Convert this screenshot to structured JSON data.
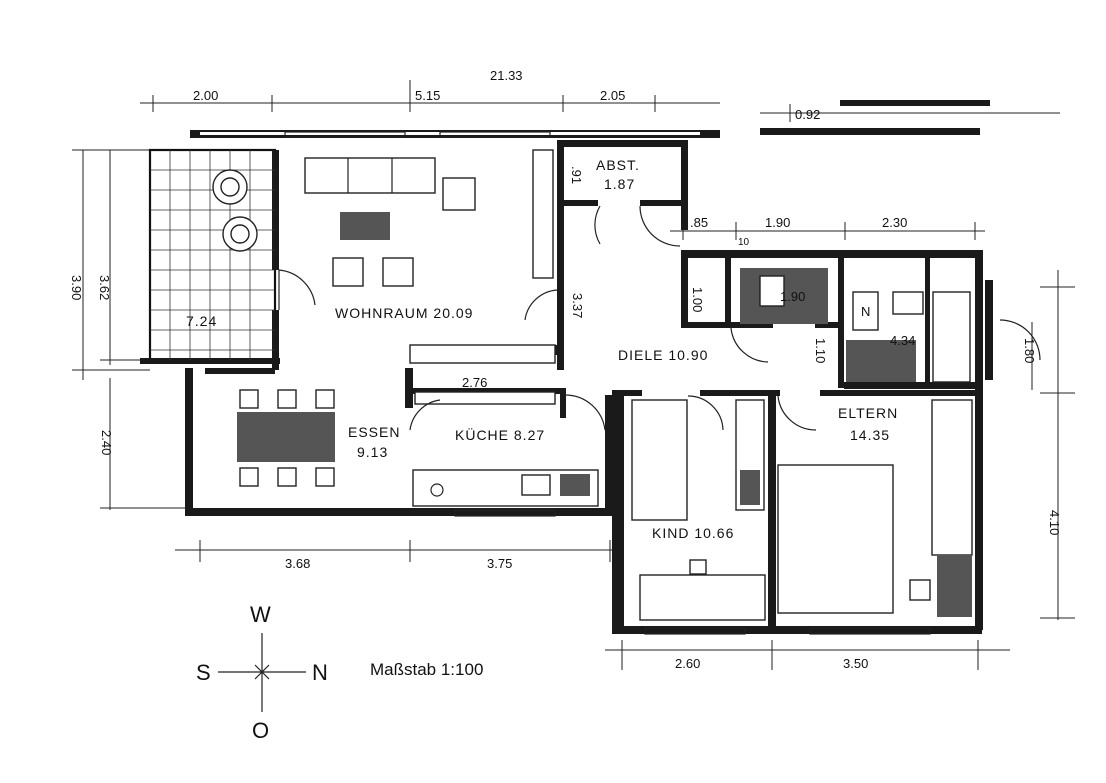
{
  "plan": {
    "rooms": {
      "wohnraum": "WOHNRAUM 20.09",
      "abst_name": "ABST.",
      "abst_area": "1.87",
      "diele": "DIELE 10.90",
      "essen_name": "ESSEN",
      "essen_area": "9.13",
      "kueche": "KÜCHE 8.27",
      "eltern_name": "ELTERN",
      "eltern_area": "14.35",
      "kind": "KIND 10.66",
      "balcony_area": "7.24",
      "bath_area": "4.34"
    },
    "dimensions": {
      "top_1": "2.00",
      "top_2": "5.15",
      "top_3": "21.33",
      "top_4": "2.05",
      "top_5": "0.92",
      "mid_1": ".85",
      "mid_2": "1.90",
      "mid_3": "2.30",
      "mid_small": "10",
      "left_1": "3.90",
      "left_2": "3.62",
      "left_3": "2.40",
      "abst_h": ".91",
      "hall_h": "3.37",
      "wc_h": "1.00",
      "wc_w": "1.90",
      "bath_h": "1.10",
      "right_1": "1.80",
      "right_2": "4.10",
      "counter": "2.76",
      "bottom_1": "3.68",
      "bottom_2": "3.75",
      "bottom_3": "2.60",
      "bottom_4": "3.50",
      "wc_n": "N"
    },
    "compass": {
      "north": "N",
      "south": "S",
      "west": "W",
      "east": "O"
    },
    "scale": "Maßstab 1:100"
  }
}
